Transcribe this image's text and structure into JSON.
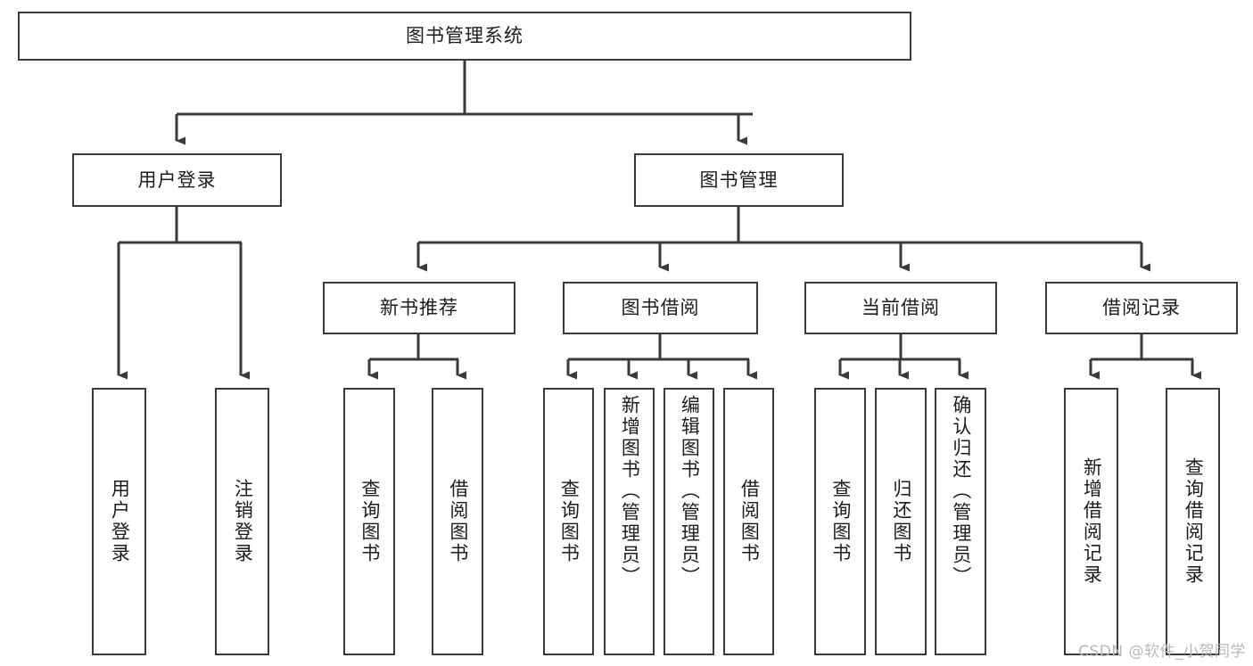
{
  "diagram": {
    "title": "图书管理系统",
    "type": "tree-hierarchy-chart",
    "watermark": "CSDN @软件_小贺同学",
    "colors": {
      "background": "#ffffff",
      "stroke": "#3a3a3a",
      "text": "#1c1c1c",
      "watermark": "#b9b9b9"
    },
    "root": {
      "label": "图书管理系统"
    },
    "level2": [
      {
        "id": "user-login",
        "label": "用户登录"
      },
      {
        "id": "book-manage",
        "label": "图书管理"
      }
    ],
    "level3": [
      {
        "id": "new-book-recommend",
        "label": "新书推荐"
      },
      {
        "id": "book-borrow",
        "label": "图书借阅"
      },
      {
        "id": "current-borrow",
        "label": "当前借阅"
      },
      {
        "id": "borrow-record",
        "label": "借阅记录"
      }
    ],
    "leaves": {
      "user_login": [
        {
          "id": "leaf-user-login",
          "label": "用户登录"
        },
        {
          "id": "leaf-logout-login",
          "label": "注销登录"
        }
      ],
      "new_book_recommend": [
        {
          "id": "leaf-query-book-1",
          "label": "查询图书"
        },
        {
          "id": "leaf-borrow-book-1",
          "label": "借阅图书"
        }
      ],
      "book_borrow": [
        {
          "id": "leaf-query-book-2",
          "label": "查询图书"
        },
        {
          "id": "leaf-add-book",
          "label": "新增图书（管理员）"
        },
        {
          "id": "leaf-edit-book",
          "label": "编辑图书（管理员）"
        },
        {
          "id": "leaf-borrow-book-2",
          "label": "借阅图书"
        }
      ],
      "current_borrow": [
        {
          "id": "leaf-query-book-3",
          "label": "查询图书"
        },
        {
          "id": "leaf-return-book",
          "label": "归还图书"
        },
        {
          "id": "leaf-confirm-return",
          "label": "确认归还（管理员）"
        }
      ],
      "borrow_record": [
        {
          "id": "leaf-add-record",
          "label": "新增借阅记录"
        },
        {
          "id": "leaf-query-record",
          "label": "查询借阅记录"
        }
      ]
    }
  }
}
